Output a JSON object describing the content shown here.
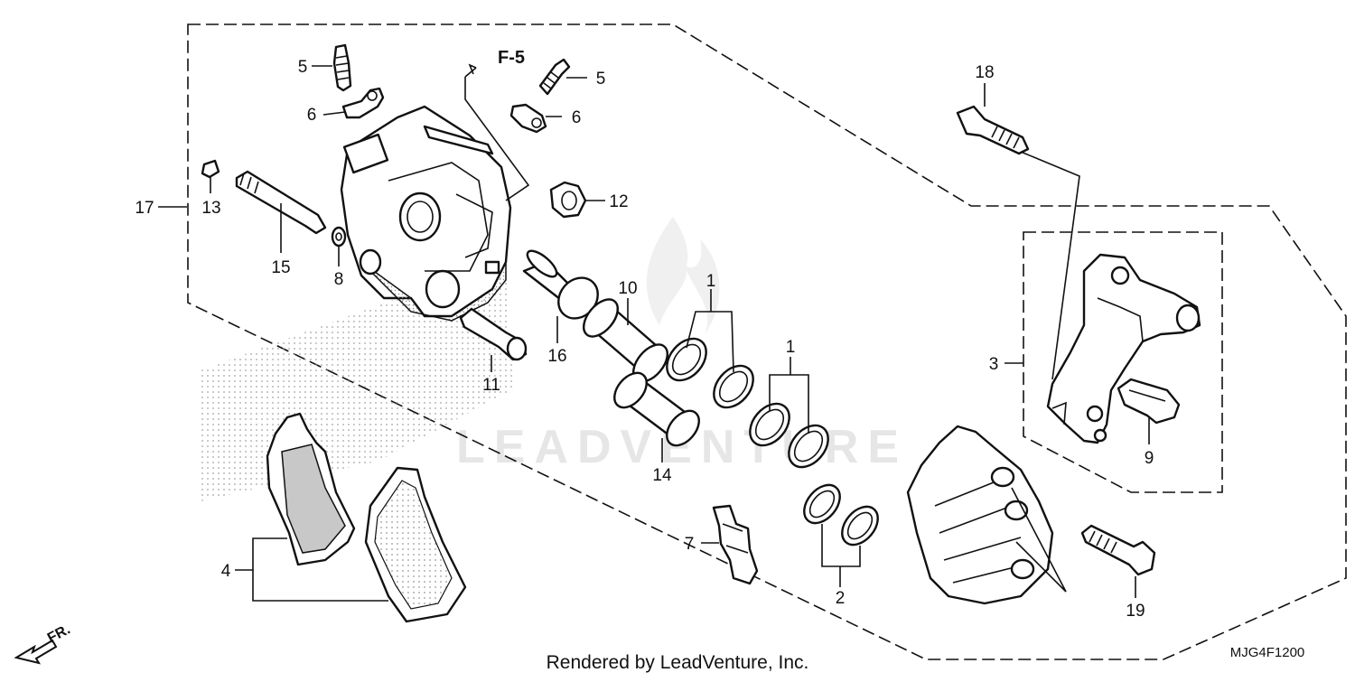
{
  "watermark": "LEADVENTURE",
  "footer": {
    "credit": "Rendered by LeadVenture, Inc.",
    "diagram_code": "MJG4F1200"
  },
  "reference": "F-5",
  "direction_label": "FR.",
  "callouts": [
    "1",
    "1",
    "2",
    "3",
    "4",
    "5",
    "5",
    "6",
    "6",
    "7",
    "8",
    "9",
    "10",
    "11",
    "12",
    "13",
    "14",
    "15",
    "16",
    "17",
    "18",
    "19"
  ],
  "colors": {
    "line": "#111111",
    "stipple": "#9a9a9a",
    "watermark": "#e6e6e6"
  }
}
